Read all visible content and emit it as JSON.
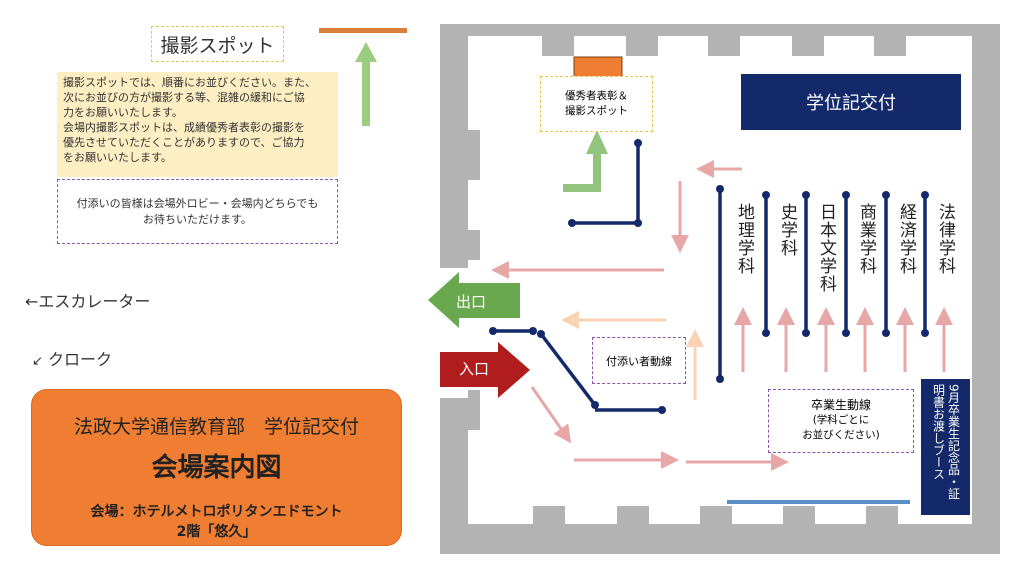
{
  "left_panel": {
    "photo_spot_title": "撮影スポット",
    "photo_spot_note": "撮影スポットでは、順番にお並びください。また、\n次にお並びの方が撮影する等、混雑の緩和にご協\n力をお願いいたします。\n会場内撮影スポットは、成績優秀者表彰の撮影を\n優先させていただくことがありますので、ご協力\nをお願いいたします。",
    "companion_note": "付添いの皆様は会場外ロビー・会場内どちらでも\nお待ちいただけます。",
    "escalator": "←エスカレーター",
    "cloak": "クローク",
    "cloak_arrow": "↙"
  },
  "title_card": {
    "subtitle": "法政大学通信教育部　学位記交付",
    "title": "会場案内図",
    "venue": "会場：ホテルメトロポリタンエドモント\n2階「悠久」"
  },
  "hall": {
    "honor_spot": "優秀者表彰＆\n撮影スポット",
    "degree_desk": "学位記交付",
    "exit": "出口",
    "entrance": "入口",
    "companion_flow": "付添い者動線",
    "graduate_flow": "卒業生動線",
    "graduate_flow_note": "(学科ごとに\nお並びください)",
    "departments": [
      "地理学科",
      "史学科",
      "日本文学科",
      "商業学科",
      "経済学科",
      "法律学科"
    ],
    "booth": "9月卒業生記念品・証明書お渡しブース"
  },
  "colors": {
    "navy": "#13296a",
    "orange": "#ef7d32",
    "wall": "#b3b3b3",
    "exit_green": "#6aa84f",
    "entrance_red": "#b11d1d",
    "flow_pink": "#eab0b0",
    "green_arrow": "#93c47d"
  }
}
